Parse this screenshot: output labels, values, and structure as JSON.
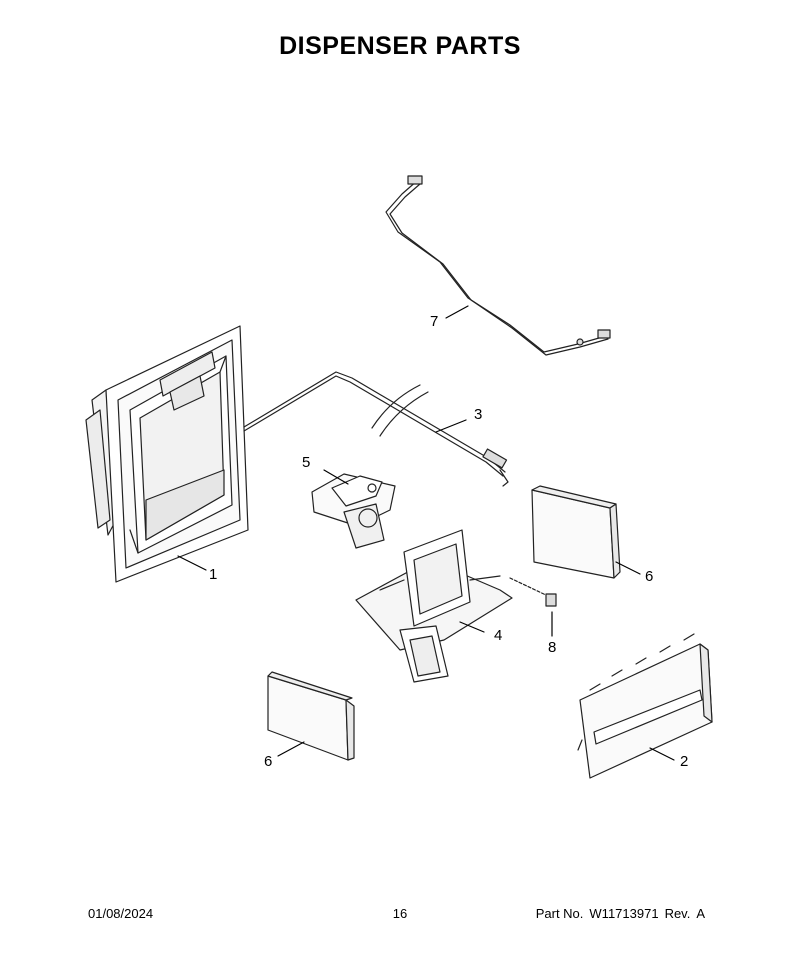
{
  "page": {
    "title": "DISPENSER PARTS"
  },
  "callouts": [
    {
      "id": "1",
      "label": "1"
    },
    {
      "id": "2",
      "label": "2"
    },
    {
      "id": "3",
      "label": "3"
    },
    {
      "id": "4",
      "label": "4"
    },
    {
      "id": "5",
      "label": "5"
    },
    {
      "id": "6a",
      "label": "6"
    },
    {
      "id": "6b",
      "label": "6"
    },
    {
      "id": "7",
      "label": "7"
    },
    {
      "id": "8",
      "label": "8"
    }
  ],
  "footer": {
    "date": "01/08/2024",
    "page_number": "16",
    "part_label": "Part No.",
    "part_number": "W11713971",
    "rev_label": "Rev.",
    "rev": "A"
  }
}
